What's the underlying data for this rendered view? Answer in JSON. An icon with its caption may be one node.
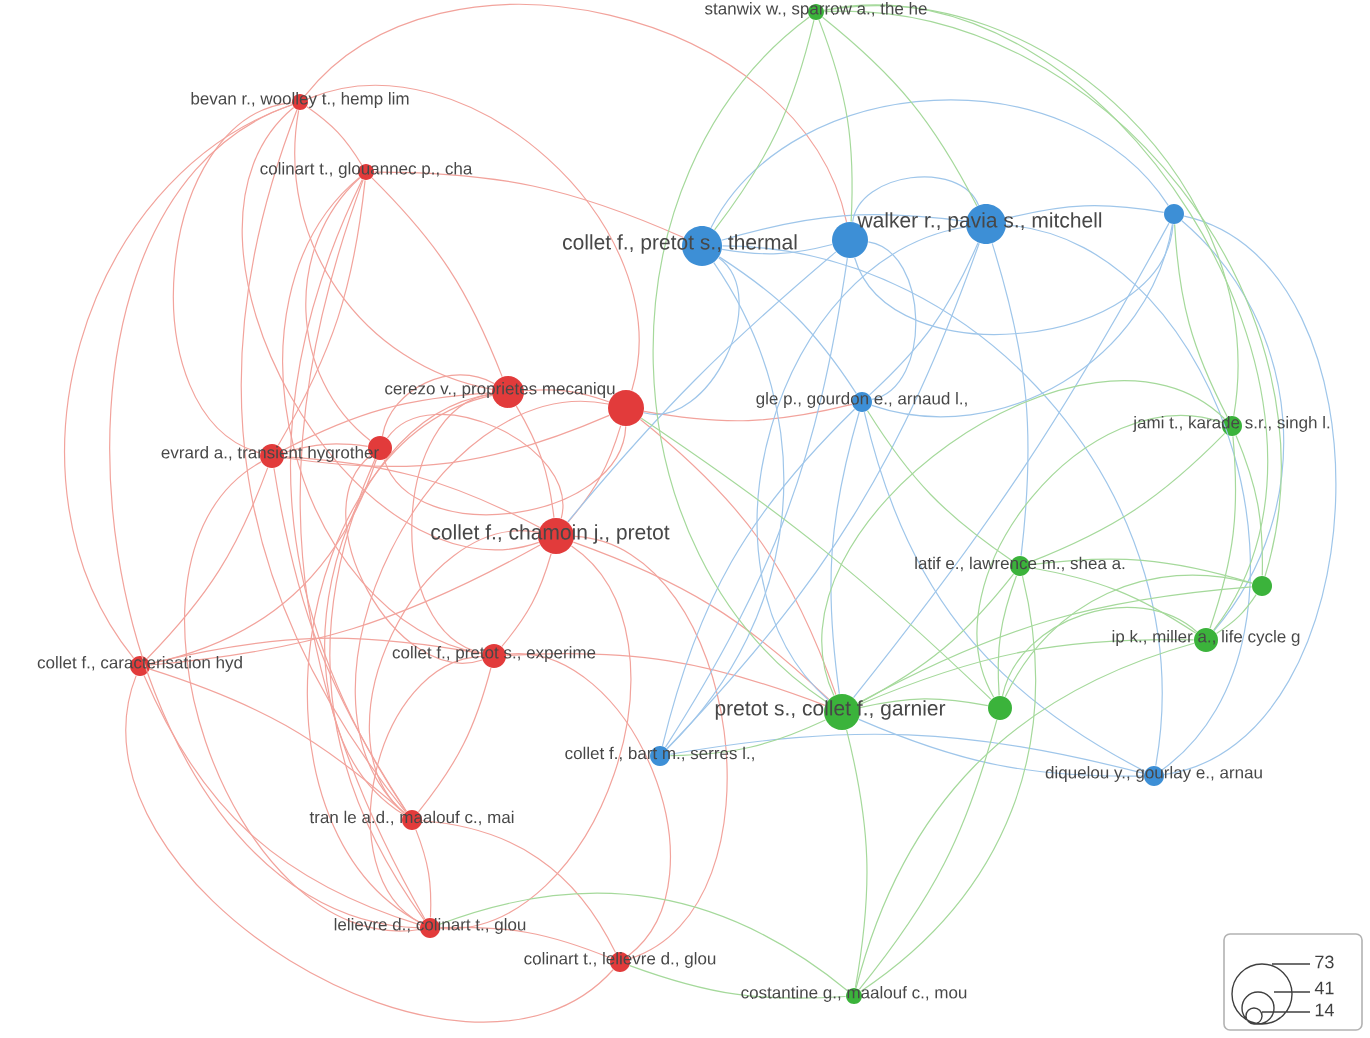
{
  "diagram": {
    "nodes": [
      {
        "text": [
          "stanwix w., sparrow a., the he"
        ]
      },
      {
        "text": [
          "bevan r., woolley t., hemp lim"
        ]
      },
      {
        "text": [
          "colinart t., glouannec p., cha"
        ]
      },
      {
        "text": [
          "collet f., pretot s., thermal"
        ]
      },
      {
        "text": [],
        "shape": "circle"
      },
      {
        "text": [
          "walker r., pavia s., mitchell"
        ]
      },
      {
        "text": [],
        "shape": "circle"
      },
      {
        "text": [
          "cerezo v., proprietes mecaniqu"
        ]
      },
      {
        "text": [],
        "shape": "circle"
      },
      {
        "text": [
          "gle p., gourdon e., arnaud l.,"
        ]
      },
      {
        "text": [
          "evrard a., transient hygrother"
        ]
      },
      {
        "text": [],
        "shape": "circle"
      },
      {
        "text": [
          "jami t., karade s.r., singh l."
        ]
      },
      {
        "text": [
          "collet f., chamoin j., pretot"
        ]
      },
      {
        "text": [
          "latif e., lawrence m., shea a."
        ]
      },
      {
        "text": [],
        "shape": "circle"
      },
      {
        "text": [
          "collet f., caracterisation hyd"
        ]
      },
      {
        "text": [
          "collet f., pretot s., experime"
        ]
      },
      {
        "text": [
          "ip k., miller a., life cycle g"
        ]
      },
      {
        "text": [
          "pretot s., collet f., garnier"
        ]
      },
      {
        "text": [],
        "shape": "circle"
      },
      {
        "text": [
          "collet f., bart m., serres l.,"
        ]
      },
      {
        "text": [
          "diquelou y., gourlay e., arnau"
        ]
      },
      {
        "text": [
          "tran le a.d., maalouf c., mai"
        ]
      },
      {
        "text": [
          "lelievre d., colinart t., glou"
        ]
      },
      {
        "text": [
          "colinart t., lelievre d., glou"
        ]
      },
      {
        "text": [
          "costantine g., maalouf c., mou"
        ]
      }
    ],
    "edges": [
      {
        "from": 1,
        "to": 2,
        "arrow": "none"
      },
      {
        "from": 1,
        "to": 7,
        "arrow": "none"
      },
      {
        "from": 1,
        "to": 8,
        "arrow": "none"
      },
      {
        "from": 1,
        "to": 10,
        "arrow": "none"
      },
      {
        "from": 1,
        "to": 13,
        "arrow": "none"
      },
      {
        "from": 1,
        "to": 16,
        "arrow": "none"
      },
      {
        "from": 1,
        "to": 23,
        "arrow": "none"
      },
      {
        "from": 1,
        "to": 24,
        "arrow": "none"
      },
      {
        "from": 2,
        "to": 7,
        "arrow": "none"
      },
      {
        "from": 2,
        "to": 10,
        "arrow": "none"
      },
      {
        "from": 2,
        "to": 11,
        "arrow": "none"
      },
      {
        "from": 2,
        "to": 17,
        "arrow": "none"
      },
      {
        "from": 2,
        "to": 23,
        "arrow": "none"
      },
      {
        "from": 2,
        "to": 24,
        "arrow": "none"
      },
      {
        "from": 7,
        "to": 8,
        "arrow": "none"
      },
      {
        "from": 7,
        "to": 10,
        "arrow": "none"
      },
      {
        "from": 7,
        "to": 11,
        "arrow": "none"
      },
      {
        "from": 7,
        "to": 13,
        "arrow": "none"
      },
      {
        "from": 7,
        "to": 17,
        "arrow": "none"
      },
      {
        "from": 7,
        "to": 23,
        "arrow": "none"
      },
      {
        "from": 7,
        "to": 24,
        "arrow": "none"
      },
      {
        "from": 8,
        "to": 10,
        "arrow": "none"
      },
      {
        "from": 8,
        "to": 11,
        "arrow": "none"
      },
      {
        "from": 8,
        "to": 13,
        "arrow": "none"
      },
      {
        "from": 8,
        "to": 23,
        "arrow": "none"
      },
      {
        "from": 10,
        "to": 11,
        "arrow": "none"
      },
      {
        "from": 10,
        "to": 13,
        "arrow": "none"
      },
      {
        "from": 10,
        "to": 16,
        "arrow": "none"
      },
      {
        "from": 10,
        "to": 23,
        "arrow": "none"
      },
      {
        "from": 10,
        "to": 24,
        "arrow": "none"
      },
      {
        "from": 11,
        "to": 13,
        "arrow": "none"
      },
      {
        "from": 11,
        "to": 16,
        "arrow": "none"
      },
      {
        "from": 11,
        "to": 17,
        "arrow": "none"
      },
      {
        "from": 11,
        "to": 24,
        "arrow": "none"
      },
      {
        "from": 13,
        "to": 16,
        "arrow": "none"
      },
      {
        "from": 13,
        "to": 17,
        "arrow": "none"
      },
      {
        "from": 13,
        "to": 23,
        "arrow": "none"
      },
      {
        "from": 13,
        "to": 24,
        "arrow": "none"
      },
      {
        "from": 13,
        "to": 25,
        "arrow": "none"
      },
      {
        "from": 16,
        "to": 17,
        "arrow": "none"
      },
      {
        "from": 16,
        "to": 23,
        "arrow": "none"
      },
      {
        "from": 16,
        "to": 24,
        "arrow": "none"
      },
      {
        "from": 16,
        "to": 25,
        "arrow": "none"
      },
      {
        "from": 17,
        "to": 23,
        "arrow": "none"
      },
      {
        "from": 17,
        "to": 24,
        "arrow": "none"
      },
      {
        "from": 17,
        "to": 25,
        "arrow": "none"
      },
      {
        "from": 23,
        "to": 24,
        "arrow": "none"
      },
      {
        "from": 23,
        "to": 25,
        "arrow": "none"
      },
      {
        "from": 24,
        "to": 25,
        "arrow": "none"
      },
      {
        "from": 8,
        "to": 19,
        "arrow": "none"
      },
      {
        "from": 13,
        "to": 19,
        "arrow": "none"
      },
      {
        "from": 17,
        "to": 19,
        "arrow": "none"
      },
      {
        "from": 8,
        "to": 9,
        "arrow": "none"
      },
      {
        "from": 2,
        "to": 3,
        "arrow": "none"
      },
      {
        "from": 1,
        "to": 4,
        "arrow": "none"
      },
      {
        "from": 3,
        "to": 4,
        "arrow": "none",
        "color": "#9fc6ea"
      },
      {
        "from": 3,
        "to": 5,
        "arrow": "none",
        "color": "#9fc6ea"
      },
      {
        "from": 3,
        "to": 6,
        "arrow": "none",
        "color": "#9fc6ea"
      },
      {
        "from": 4,
        "to": 5,
        "arrow": "none",
        "color": "#9fc6ea"
      },
      {
        "from": 4,
        "to": 6,
        "arrow": "none",
        "color": "#9fc6ea"
      },
      {
        "from": 5,
        "to": 6,
        "arrow": "none",
        "color": "#9fc6ea"
      },
      {
        "from": 3,
        "to": 9,
        "arrow": "none",
        "color": "#9fc6ea"
      },
      {
        "from": 4,
        "to": 9,
        "arrow": "none",
        "color": "#9fc6ea"
      },
      {
        "from": 5,
        "to": 9,
        "arrow": "none",
        "color": "#9fc6ea"
      },
      {
        "from": 6,
        "to": 9,
        "arrow": "none",
        "color": "#9fc6ea"
      },
      {
        "from": 3,
        "to": 21,
        "arrow": "none",
        "color": "#9fc6ea"
      },
      {
        "from": 4,
        "to": 21,
        "arrow": "none",
        "color": "#9fc6ea"
      },
      {
        "from": 5,
        "to": 21,
        "arrow": "none",
        "color": "#9fc6ea"
      },
      {
        "from": 9,
        "to": 21,
        "arrow": "none",
        "color": "#9fc6ea"
      },
      {
        "from": 3,
        "to": 22,
        "arrow": "none",
        "color": "#9fc6ea"
      },
      {
        "from": 5,
        "to": 22,
        "arrow": "none",
        "color": "#9fc6ea"
      },
      {
        "from": 6,
        "to": 22,
        "arrow": "none",
        "color": "#9fc6ea"
      },
      {
        "from": 9,
        "to": 22,
        "arrow": "none",
        "color": "#9fc6ea"
      },
      {
        "from": 21,
        "to": 22,
        "arrow": "none",
        "color": "#9fc6ea"
      },
      {
        "from": 3,
        "to": 8,
        "arrow": "none",
        "color": "#9fc6ea"
      },
      {
        "from": 4,
        "to": 13,
        "arrow": "none",
        "color": "#9fc6ea"
      },
      {
        "from": 5,
        "to": 19,
        "arrow": "none",
        "color": "#9fc6ea"
      },
      {
        "from": 6,
        "to": 19,
        "arrow": "none",
        "color": "#9fc6ea"
      },
      {
        "from": 5,
        "to": 14,
        "arrow": "none",
        "color": "#9fc6ea"
      },
      {
        "from": 6,
        "to": 18,
        "arrow": "none",
        "color": "#9fc6ea"
      },
      {
        "from": 9,
        "to": 19,
        "arrow": "none",
        "color": "#9fc6ea"
      },
      {
        "from": 22,
        "to": 19,
        "arrow": "none",
        "color": "#9fc6ea"
      },
      {
        "from": 0,
        "to": 3,
        "arrow": "none",
        "color": "#a5d99b"
      },
      {
        "from": 0,
        "to": 4,
        "arrow": "none",
        "color": "#a5d99b"
      },
      {
        "from": 0,
        "to": 5,
        "arrow": "none",
        "color": "#a5d99b"
      },
      {
        "from": 0,
        "to": 12,
        "arrow": "none",
        "color": "#a5d99b"
      },
      {
        "from": 0,
        "to": 19,
        "arrow": "none",
        "color": "#a5d99b"
      },
      {
        "from": 0,
        "to": 15,
        "arrow": "none",
        "color": "#a5d99b"
      },
      {
        "from": 0,
        "to": 18,
        "arrow": "none",
        "color": "#a5d99b"
      },
      {
        "from": 12,
        "to": 14,
        "arrow": "none",
        "color": "#a5d99b"
      },
      {
        "from": 12,
        "to": 15,
        "arrow": "none",
        "color": "#a5d99b"
      },
      {
        "from": 12,
        "to": 18,
        "arrow": "none",
        "color": "#a5d99b"
      },
      {
        "from": 12,
        "to": 19,
        "arrow": "none",
        "color": "#a5d99b"
      },
      {
        "from": 12,
        "to": 20,
        "arrow": "none",
        "color": "#a5d99b"
      },
      {
        "from": 14,
        "to": 15,
        "arrow": "none",
        "color": "#a5d99b"
      },
      {
        "from": 14,
        "to": 18,
        "arrow": "none",
        "color": "#a5d99b"
      },
      {
        "from": 14,
        "to": 19,
        "arrow": "none",
        "color": "#a5d99b"
      },
      {
        "from": 14,
        "to": 20,
        "arrow": "none",
        "color": "#a5d99b"
      },
      {
        "from": 15,
        "to": 18,
        "arrow": "none",
        "color": "#a5d99b"
      },
      {
        "from": 15,
        "to": 19,
        "arrow": "none",
        "color": "#a5d99b"
      },
      {
        "from": 15,
        "to": 20,
        "arrow": "none",
        "color": "#a5d99b"
      },
      {
        "from": 18,
        "to": 19,
        "arrow": "none",
        "color": "#a5d99b"
      },
      {
        "from": 18,
        "to": 20,
        "arrow": "none",
        "color": "#a5d99b"
      },
      {
        "from": 19,
        "to": 20,
        "arrow": "none",
        "color": "#a5d99b"
      },
      {
        "from": 19,
        "to": 26,
        "arrow": "none",
        "color": "#a5d99b"
      },
      {
        "from": 20,
        "to": 26,
        "arrow": "none",
        "color": "#a5d99b"
      },
      {
        "from": 18,
        "to": 26,
        "arrow": "none",
        "color": "#a5d99b"
      },
      {
        "from": 14,
        "to": 26,
        "arrow": "none",
        "color": "#a5d99b"
      },
      {
        "from": 19,
        "to": 21,
        "arrow": "none",
        "color": "#a5d99b"
      },
      {
        "from": 26,
        "to": 25,
        "arrow": "none",
        "color": "#a5d99b"
      },
      {
        "from": 26,
        "to": 24,
        "arrow": "none",
        "color": "#a5d99b"
      },
      {
        "from": 20,
        "to": 8,
        "arrow": "none",
        "color": "#a5d99b"
      },
      {
        "from": 14,
        "to": 9,
        "arrow": "none",
        "color": "#a5d99b"
      },
      {
        "from": 12,
        "to": 6,
        "arrow": "none",
        "color": "#a5d99b"
      }
    ],
    "labels": [
      "73",
      "41",
      "14"
    ]
  }
}
